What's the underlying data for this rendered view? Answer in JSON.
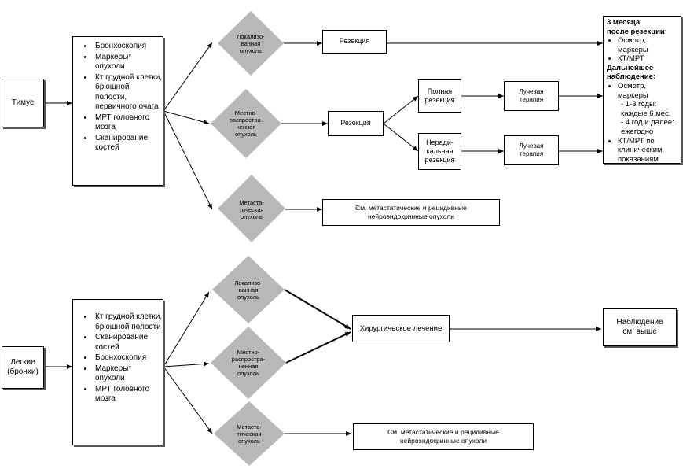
{
  "colors": {
    "diamond": "#b8b8b8",
    "line": "#000000"
  },
  "thymus": {
    "label": "Тимус",
    "exams": [
      "Бронхоскопия",
      "Маркеры* опухоли",
      "Кт грудной клетки, брюшной полости, первичного очага",
      "МРТ головного мозга",
      "Сканирование костей"
    ],
    "localized": "Локализо-\nванная\nопухоль",
    "locally_advanced": "Местно-\nраспростра-\nненная\nопухоль",
    "metastatic": "Метаста-\nтическая\nопухоль",
    "resection_1": "Резекция",
    "resection_2": "Резекция",
    "full_resection": "Полная\nрезекция",
    "nonradical_resection": "Неради-\nкальная\nрезекция",
    "radiation_1": "Лучевая\nтерапия",
    "radiation_2": "Лучевая\nтерапия",
    "metastatic_ref": "См. метастатические и рецидивные\nнейроэндокринные опухоли"
  },
  "followup": {
    "head1": "3 месяца\nпосле резекции:",
    "items1": [
      "Осмотр, маркеры",
      "КТ/МРТ"
    ],
    "head2": "Дальнейшее\nнаблюдение:",
    "item2": "Осмотр, маркеры",
    "sub2": "- 1-3 годы:\nкаждые 6 мес.\n- 4 год и далее:\nежегодно",
    "item3": "КТ/МРТ по клиническим показаниям"
  },
  "lungs": {
    "label": "Легкие\n(бронхи)",
    "exams": [
      "Кт грудной клетки, брюшной полости",
      "Сканирование костей",
      "Бронхоскопия",
      "Маркеры* опухоли",
      "МРТ головного мозга"
    ],
    "localized": "Локализо-\nванная\nопухоль",
    "locally_advanced": "Местно-\nраспростра-\nненная\nопухоль",
    "metastatic": "Метаста-\nтическая\nопухоль",
    "surgery": "Хирургическое лечение",
    "observation": "Наблюдение\nсм. выше",
    "metastatic_ref": "См. метастатические и рецидивные\nнейроэндокринные опухоли"
  }
}
